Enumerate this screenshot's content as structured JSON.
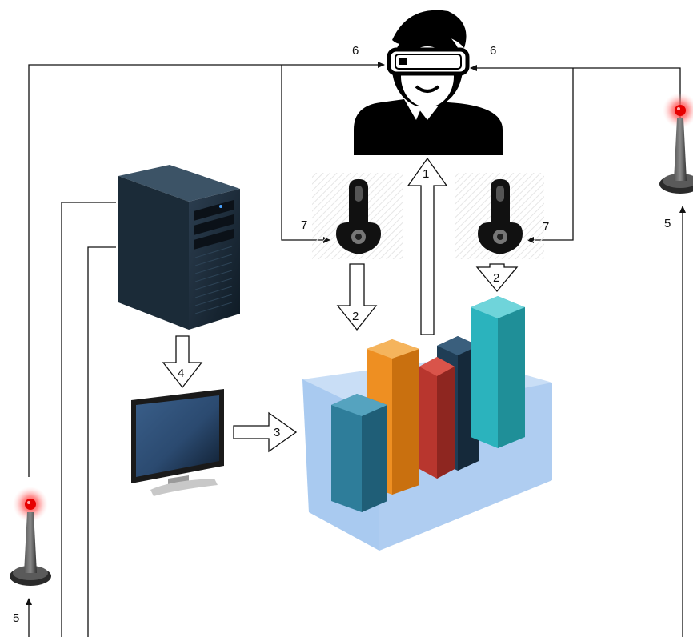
{
  "diagram": {
    "labels": {
      "user_to_chart": "1",
      "controller_left_to_chart": "2",
      "controller_right_to_chart": "2",
      "monitor_to_chart": "3",
      "server_to_monitor": "4",
      "base_station_left": "5",
      "base_station_right": "5",
      "headset_left": "6",
      "headset_right": "6",
      "controller_left": "7",
      "controller_right": "7"
    },
    "icons": {
      "user": "vr-headset-user-icon",
      "controller": "vr-controller-icon",
      "server": "tower-server-icon",
      "monitor": "monitor-icon",
      "chart": "3d-bar-chart-icon",
      "base_station": "tracking-base-station-icon"
    },
    "colors": {
      "bar_teal_dark": "#2e7d9a",
      "bar_orange": "#ee8f22",
      "bar_red": "#b8362e",
      "bar_navy": "#274a63",
      "bar_teal_light": "#2bb3bd",
      "box_blue": "#8fb9ea",
      "beacon_red": "#ff2222"
    }
  }
}
